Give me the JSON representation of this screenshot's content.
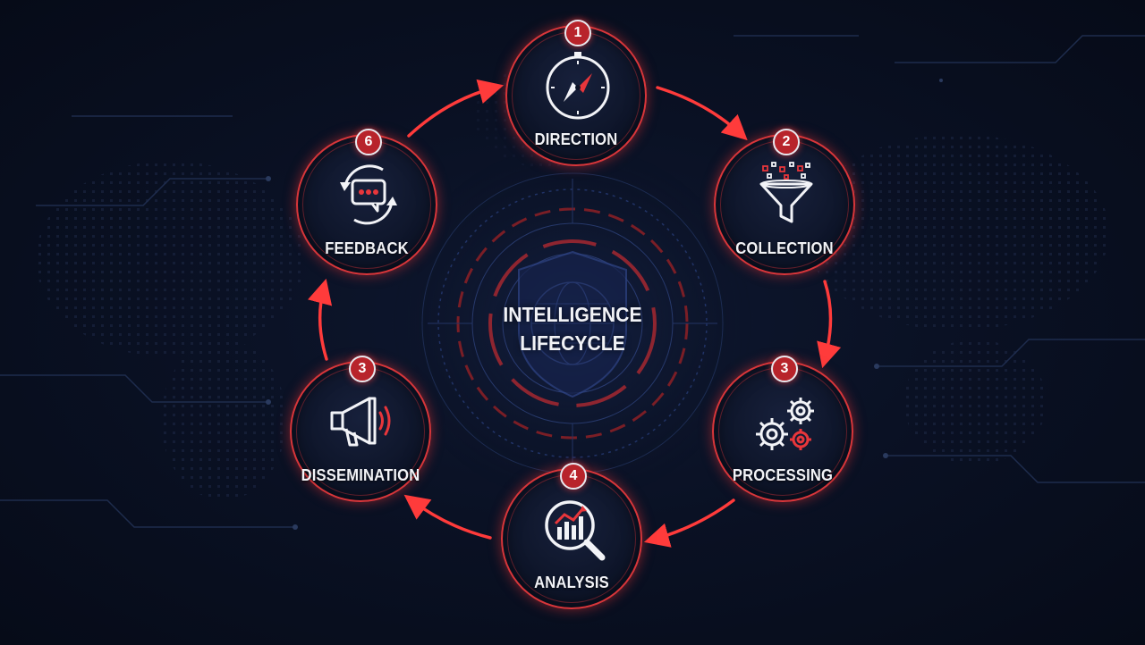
{
  "center": {
    "line1": "INTELLIGENCE",
    "line2": "LIFECYCLE"
  },
  "stages": [
    {
      "number": "1",
      "label": "DIRECTION",
      "icon": "compass-icon"
    },
    {
      "number": "2",
      "label": "COLLECTION",
      "icon": "funnel-icon"
    },
    {
      "number": "3",
      "label": "PROCESSING",
      "icon": "gears-icon"
    },
    {
      "number": "4",
      "label": "ANALYSIS",
      "icon": "chart-magnifier-icon"
    },
    {
      "number": "3",
      "label": "DISSEMINATION",
      "icon": "megaphone-icon"
    },
    {
      "number": "6",
      "label": "FEEDBACK",
      "icon": "chat-cycle-icon"
    }
  ],
  "colors": {
    "accent": "#d8363a",
    "badge": "#b8242b",
    "background": "#0a1124",
    "text": "#f2f3f7"
  }
}
